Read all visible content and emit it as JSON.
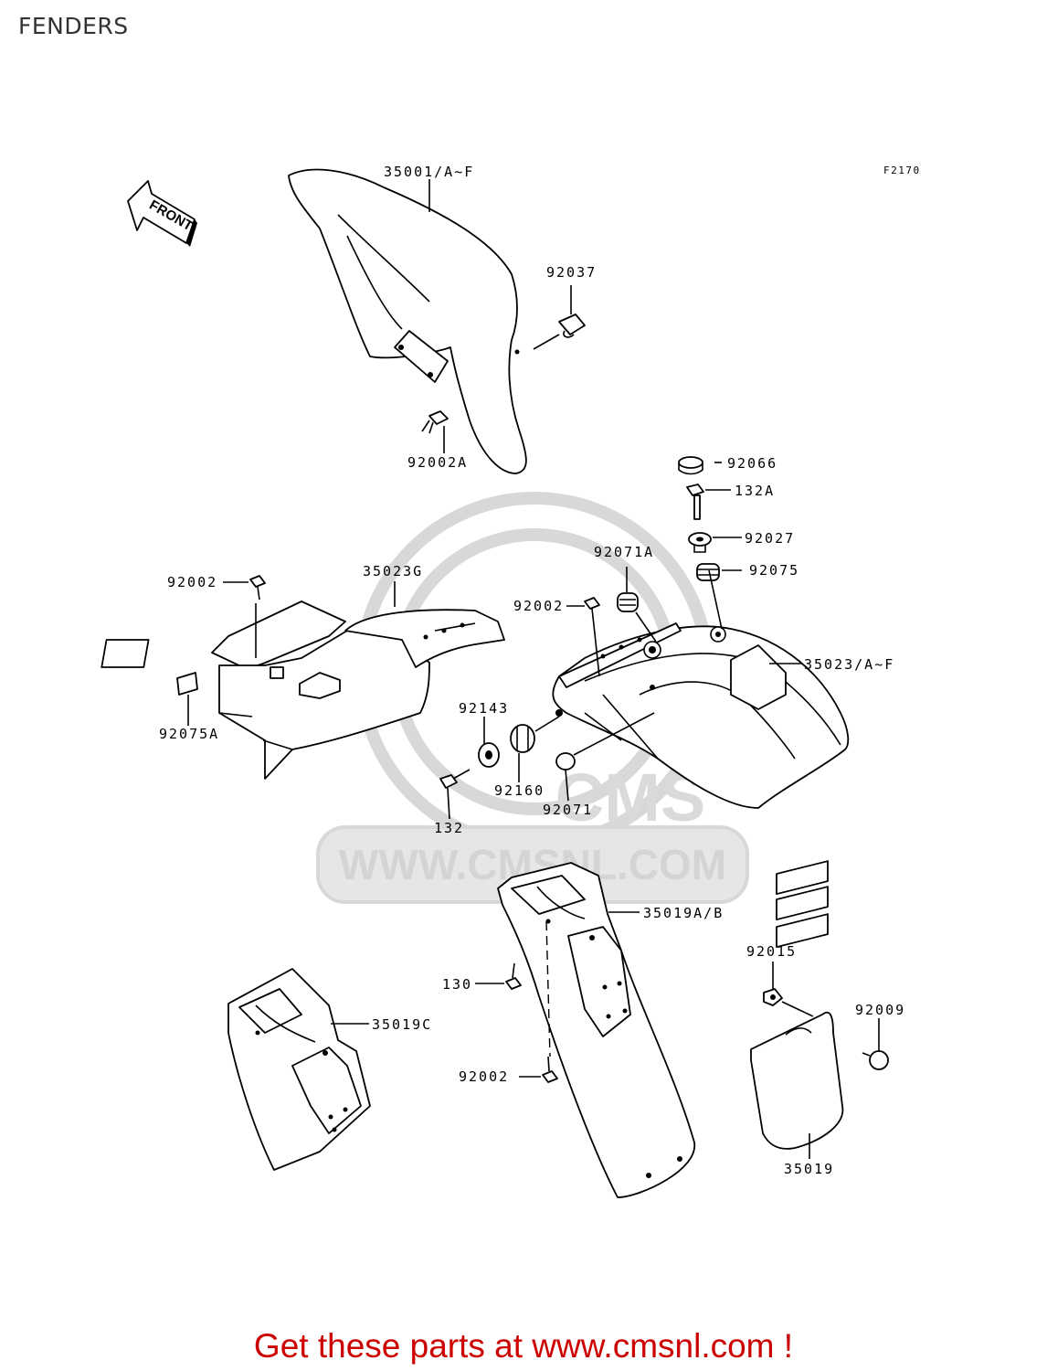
{
  "header": {
    "title": "FENDERS"
  },
  "diagram": {
    "figure_code": "F2170",
    "front_arrow_label": "FRONT",
    "watermark_text": "WWW.CMSNL.COM",
    "watermark_logo_text": "CMS",
    "callouts": {
      "p35001": "35001/A~F",
      "p92037": "92037",
      "p92002A": "92002A",
      "p92066": "92066",
      "p132A": "132A",
      "p92027": "92027",
      "p92071A": "92071A",
      "p92075": "92075",
      "p92002_left": "92002",
      "p35023G": "35023G",
      "p92002_mid": "92002",
      "p35023": "35023/A~F",
      "p92143": "92143",
      "p92075A": "92075A",
      "p92160": "92160",
      "p92071": "92071",
      "p132": "132",
      "p35019AB": "35019A/B",
      "p92015": "92015",
      "p130": "130",
      "p35019C": "35019C",
      "p92009": "92009",
      "p92002_low": "92002",
      "p35019": "35019"
    }
  },
  "footer": {
    "text": "Get these parts at www.cmsnl.com !"
  }
}
